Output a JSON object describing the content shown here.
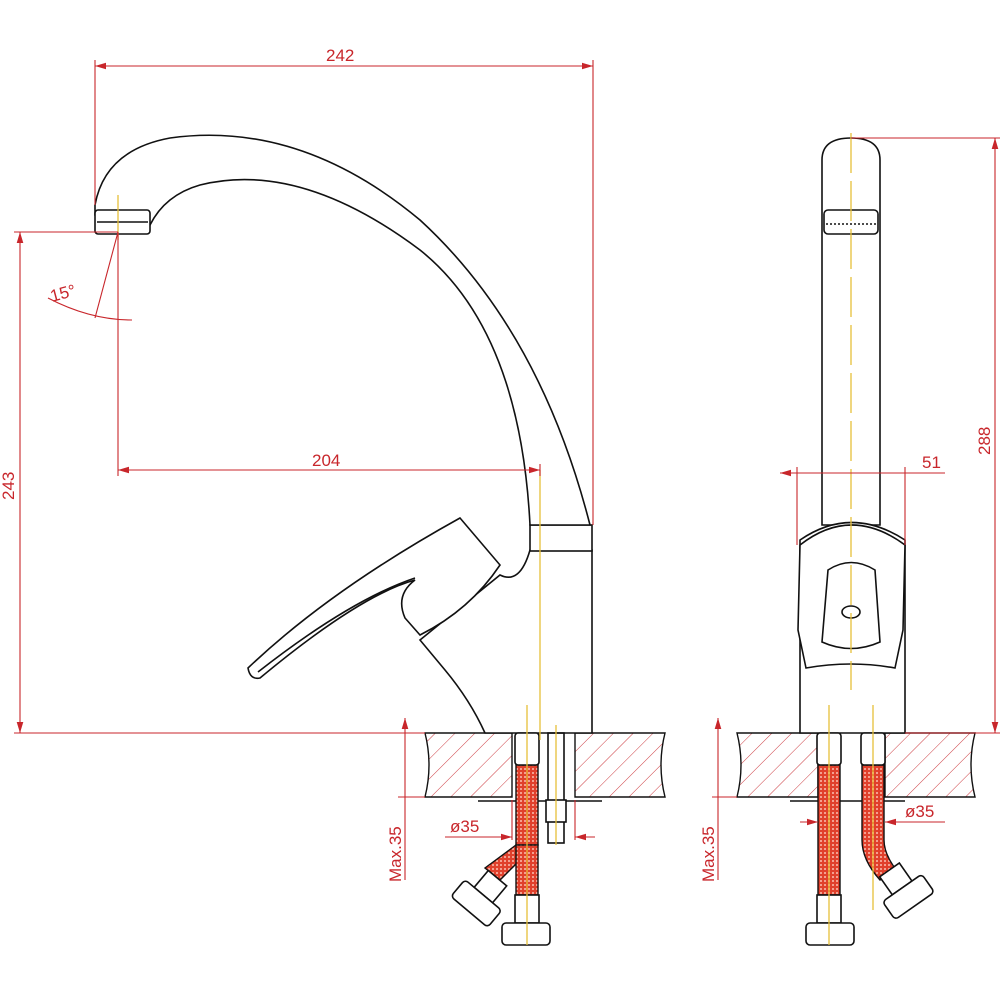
{
  "drawing": {
    "side_view": {
      "spout_reach_total": "242",
      "height_to_outlet": "243",
      "spout_reach_axis": "204",
      "outlet_angle": "15°",
      "max_counter_thickness": "Max.35",
      "hole_diameter": "ø35"
    },
    "front_view": {
      "total_height": "288",
      "body_width": "51",
      "max_counter_thickness": "Max.35",
      "hole_diameter": "ø35"
    }
  },
  "colors": {
    "dimension": "#c8262b",
    "centerline": "#e6bf3a",
    "outline": "#111111"
  }
}
